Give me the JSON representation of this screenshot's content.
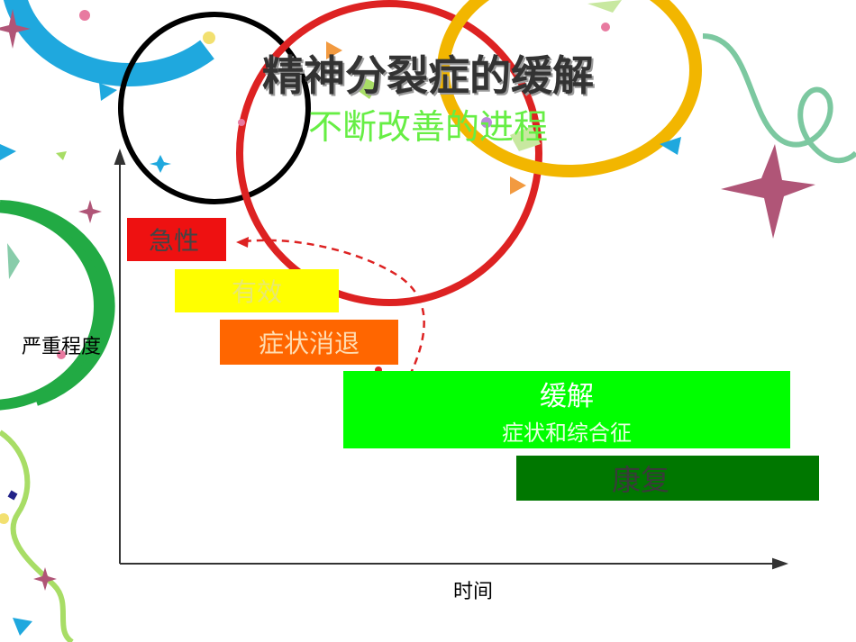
{
  "title": "精神分裂症的缓解",
  "subtitle": "不断改善的进程",
  "stages": {
    "acute": "急性",
    "effective": "有效",
    "symptom_regress": "症状消退",
    "remission": {
      "label": "缓解",
      "sublabel": "症状和综合征"
    },
    "recovery": "康复"
  },
  "axes": {
    "y_label": "严重程度",
    "x_label": "时间"
  },
  "colors": {
    "acute": "#ee1111",
    "effective": "#ffff00",
    "symptom_regress": "#ff6600",
    "remission": "#00ff00",
    "recovery": "#007700",
    "relapse_arrow": "#dd2222"
  }
}
